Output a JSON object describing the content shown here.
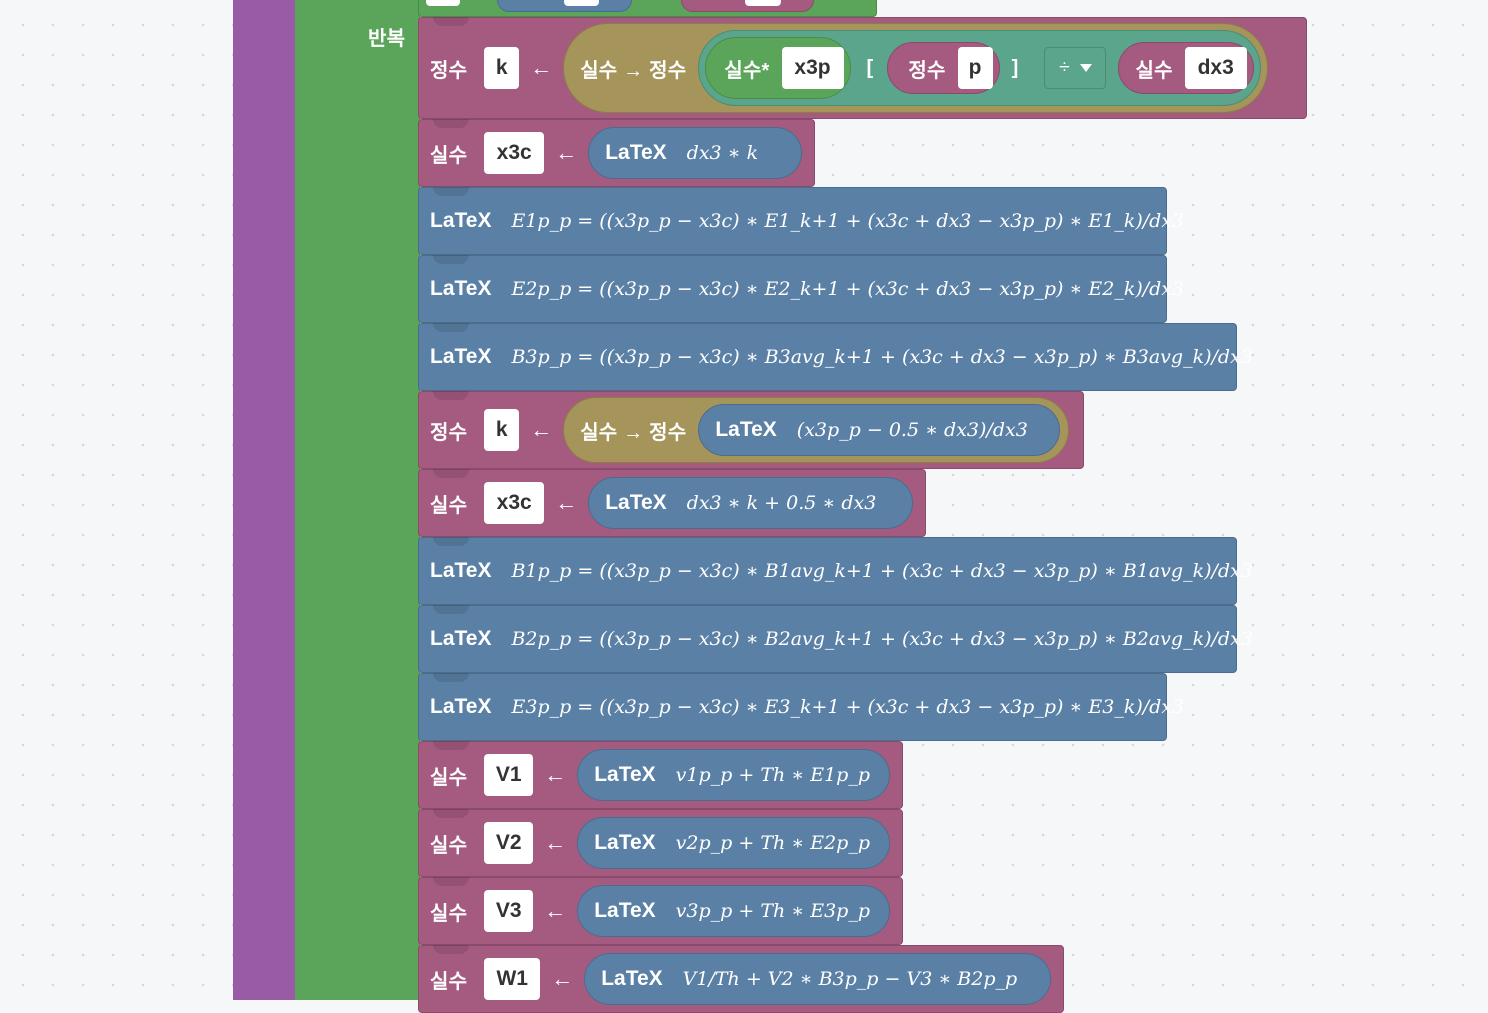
{
  "repeat_label": "반복",
  "kw": {
    "int": "정수",
    "real": "실수",
    "latex": "LaTeX",
    "real_to_int": "실수 → 정수",
    "real_star": "실수*",
    "arrow": "←",
    "bracket_open": "[",
    "bracket_close": "]",
    "divide": "÷"
  },
  "vars": {
    "k": "k",
    "x3p": "x3p",
    "p": "p",
    "dx3": "dx3",
    "x3c": "x3c",
    "V1": "V1",
    "V2": "V2",
    "V3": "V3",
    "W1": "W1"
  },
  "expr": {
    "x3c_1": "dx3 ∗ k",
    "e1": "E1p_p = ((x3p_p − x3c) ∗ E1_k+1 + (x3c + dx3 − x3p_p) ∗ E1_k)/dx3",
    "e2": "E2p_p = ((x3p_p − x3c) ∗ E2_k+1 + (x3c + dx3 − x3p_p) ∗ E2_k)/dx3",
    "b3": "B3p_p = ((x3p_p − x3c) ∗ B3avg_k+1 + (x3c + dx3 − x3p_p) ∗ B3avg_k)/dx3",
    "k2": "(x3p_p − 0.5 ∗ dx3)/dx3",
    "x3c_2": "dx3 ∗ k + 0.5 ∗ dx3",
    "b1": "B1p_p = ((x3p_p − x3c) ∗ B1avg_k+1 + (x3c + dx3 − x3p_p) ∗ B1avg_k)/dx3",
    "b2": "B2p_p = ((x3p_p − x3c) ∗ B2avg_k+1 + (x3c + dx3 − x3p_p) ∗ B2avg_k)/dx3",
    "e3": "E3p_p = ((x3p_p − x3c) ∗ E3_k+1 + (x3c + dx3 − x3p_p) ∗ E3_k)/dx3",
    "v1": "v1p_p + Th ∗ E1p_p",
    "v2": "v2p_p + Th ∗ E2p_p",
    "v3": "v3p_p + Th ∗ E3p_p",
    "w1": "V1/Th + V2 ∗ B3p_p − V3 ∗ B2p_p"
  },
  "colors": {
    "purple": "#995ba6",
    "green": "#5ba55b",
    "variable_block": "#a55b80",
    "latex_block": "#5b80a5",
    "conversion": "#a5955b"
  }
}
